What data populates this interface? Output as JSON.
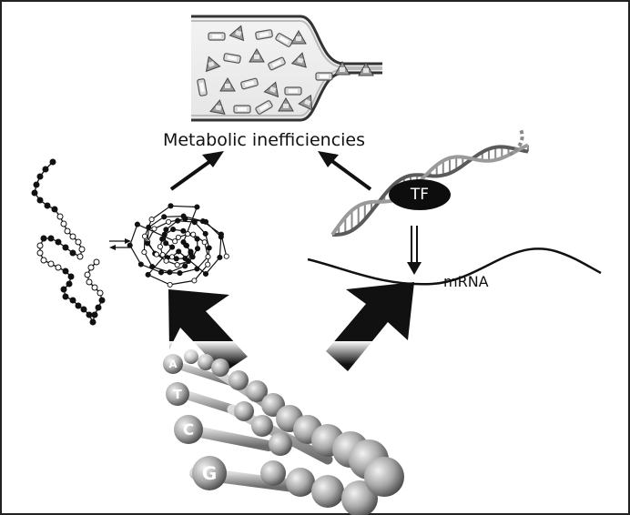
{
  "labels": {
    "metabolic": "Metabolic inefficiencies",
    "tf": "TF",
    "mrna": "mRNA"
  },
  "bases": [
    "A",
    "T",
    "C",
    "G"
  ],
  "colors": {
    "border": "#222222",
    "arrow": "#111111",
    "background": "#f7f7f7",
    "tf_oval": "#0d0d0d"
  }
}
